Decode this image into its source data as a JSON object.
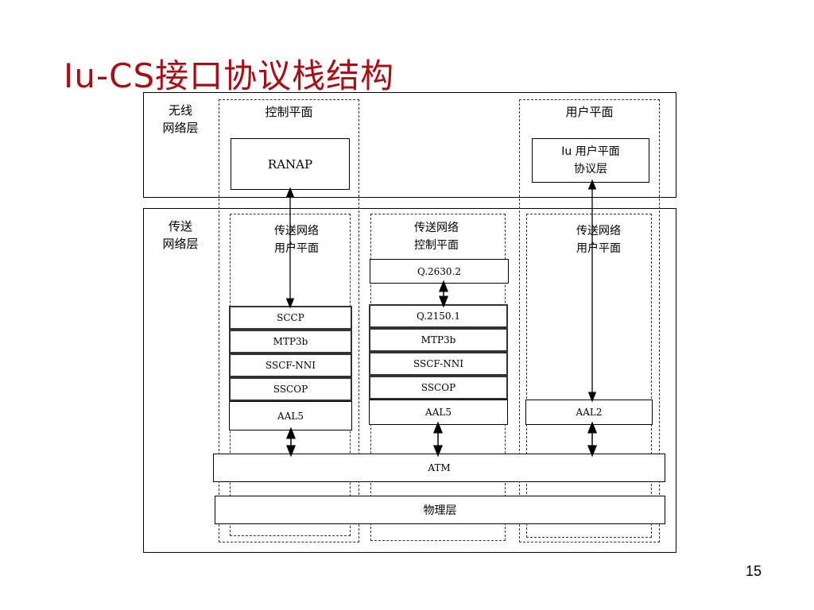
{
  "slide": {
    "title": "Iu-CS接口协议栈结构",
    "page_number": "15"
  },
  "diagram": {
    "radio_layer_label": "无线\n网络层",
    "transport_layer_label": "传送\n网络层",
    "control_plane_title": "控制平面",
    "user_plane_title": "用户平面",
    "ranap": "RANAP",
    "iu_up": "Iu 用户平面\n协议层",
    "tn_user_plane_1": "传送网络\n用户平面",
    "tn_control_plane": "传送网络\n控制平面",
    "tn_user_plane_2": "传送网络\n用户平面",
    "q2630": "Q.2630.2",
    "col1_stack": [
      "SCCP",
      "MTP3b",
      "SSCF-NNI",
      "SSCOP",
      "AAL5"
    ],
    "col2_stack": [
      "Q.2150.1",
      "MTP3b",
      "SSCF-NNI",
      "SSCOP",
      "AAL5"
    ],
    "aal2": "AAL2",
    "atm": "ATM",
    "physical": "物理层"
  }
}
